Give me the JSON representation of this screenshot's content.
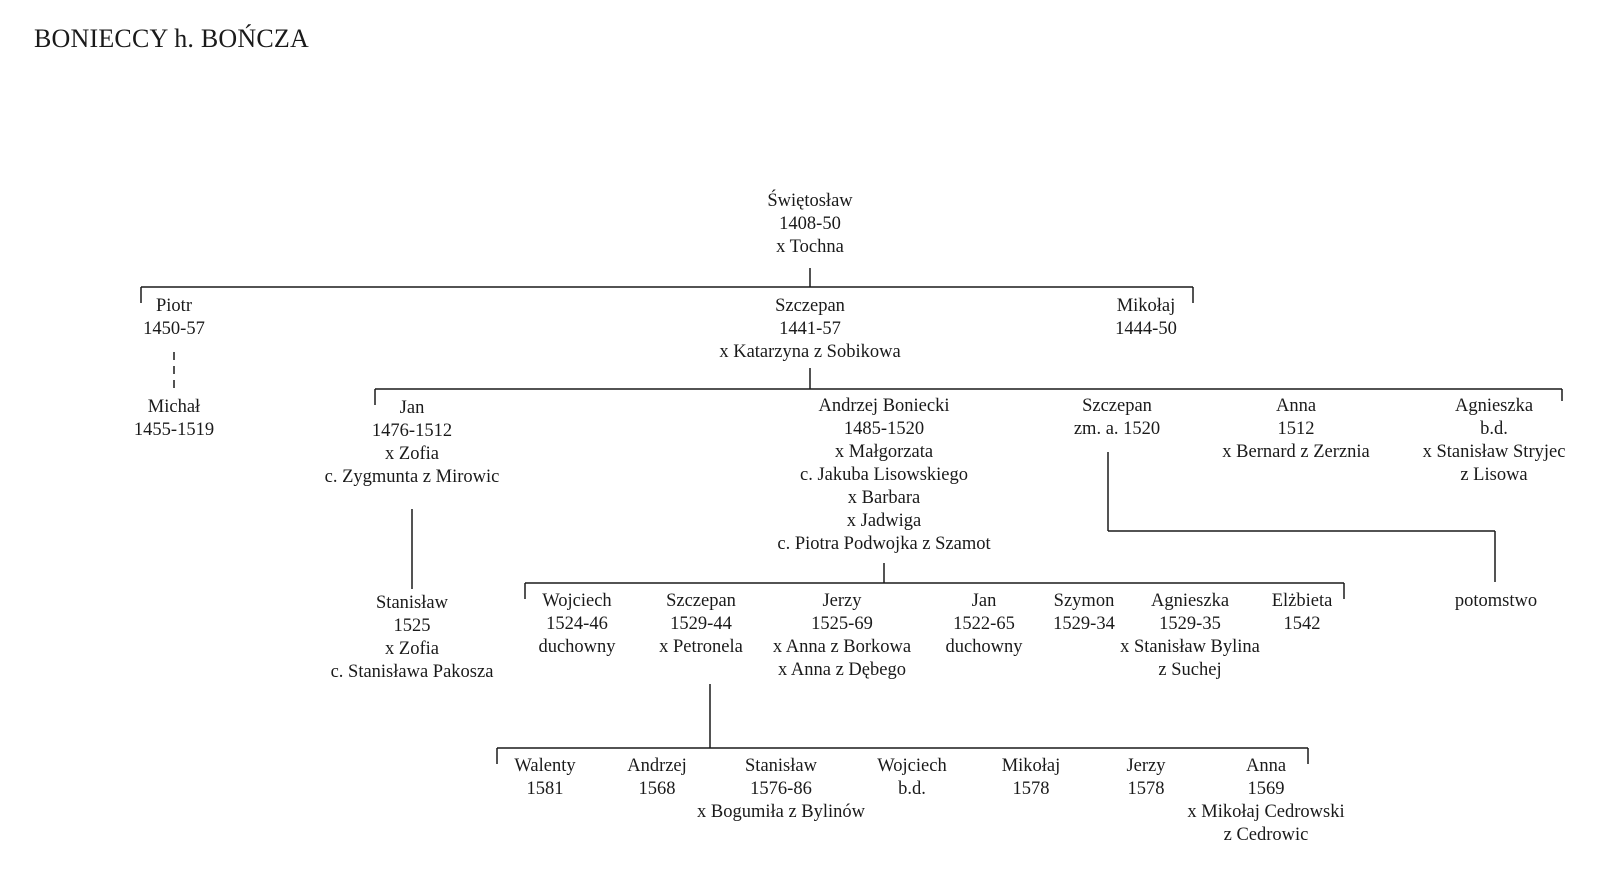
{
  "title": "BONIECCY h. BOŃCZA",
  "people": {
    "swietoslaw": [
      "Świętosław",
      "1408-50",
      "x Tochna"
    ],
    "piotr": [
      "Piotr",
      "1450-57"
    ],
    "michal": [
      "Michał",
      "1455-1519"
    ],
    "szczepan1": [
      "Szczepan",
      "1441-57",
      "x Katarzyna z Sobikowa"
    ],
    "mikolaj1": [
      "Mikołaj",
      "1444-50"
    ],
    "jan1": [
      "Jan",
      "1476-1512",
      "x Zofia",
      "c. Zygmunta z Mirowic"
    ],
    "andrzej": [
      "Andrzej Boniecki",
      "1485-1520",
      "x Małgorzata",
      "c. Jakuba Lisowskiego",
      "x Barbara",
      "x Jadwiga",
      "c. Piotra Podwojka z Szamot"
    ],
    "szczepan2": [
      "Szczepan",
      "zm. a. 1520"
    ],
    "anna1": [
      "Anna",
      "1512",
      "x Bernard z Zerznia"
    ],
    "agnieszka1": [
      "Agnieszka",
      "b.d.",
      "x Stanisław Stryjec",
      "z Lisowa"
    ],
    "stanislaw1": [
      "Stanisław",
      "1525",
      "x Zofia",
      "c. Stanisława Pakosza"
    ],
    "wojciech1": [
      "Wojciech",
      "1524-46",
      "duchowny"
    ],
    "szczepan3": [
      "Szczepan",
      "1529-44",
      "x Petronela"
    ],
    "jerzy1": [
      "Jerzy",
      "1525-69",
      "x Anna z Borkowa",
      "x Anna z Dębego"
    ],
    "jan2": [
      "Jan",
      "1522-65",
      "duchowny"
    ],
    "szymon": [
      "Szymon",
      "1529-34"
    ],
    "agnieszka2": [
      "Agnieszka",
      "1529-35",
      "x Stanisław Bylina",
      "z Suchej"
    ],
    "elzbieta": [
      "Elżbieta",
      "1542"
    ],
    "potomstwo": [
      "potomstwo"
    ],
    "walenty": [
      "Walenty",
      "1581"
    ],
    "andrzej2": [
      "Andrzej",
      "1568"
    ],
    "stanislaw2": [
      "Stanisław",
      "1576-86",
      "x Bogumiła z Bylinów"
    ],
    "wojciech2": [
      "Wojciech",
      "b.d."
    ],
    "mikolaj2": [
      "Mikołaj",
      "1578"
    ],
    "jerzy2": [
      "Jerzy",
      "1578"
    ],
    "anna2": [
      "Anna",
      "1569",
      "x Mikołaj Cedrowski",
      "z Cedrowic"
    ]
  }
}
